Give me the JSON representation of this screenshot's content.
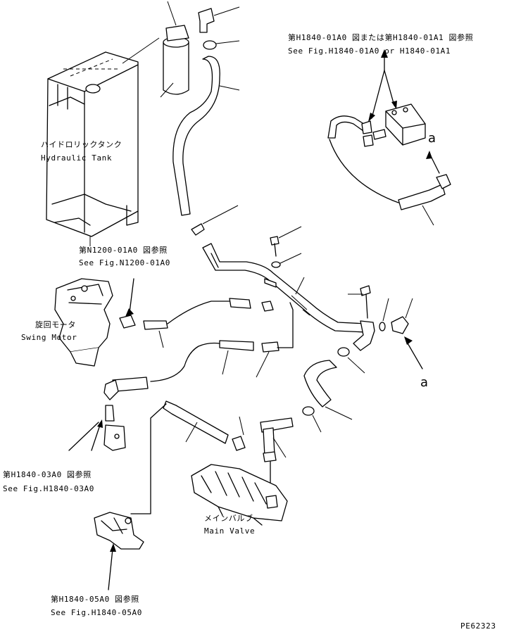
{
  "callouts": {
    "top_right_jp": "第H1840-01A0 図または第H1840-01A1 図参照",
    "top_right_en": "See Fig.H1840-01A0 or H1840-01A1",
    "hydraulic_tank_jp": "ハイドロリックタンク",
    "hydraulic_tank_en": "Hydraulic Tank",
    "n1200_jp": "第N1200-01A0 図参照",
    "n1200_en": "See Fig.N1200-01A0",
    "swing_motor_jp": "旋回モータ",
    "swing_motor_en": "Swing Motor",
    "h1840_03_jp": "第H1840-03A0 図参照",
    "h1840_03_en": "See Fig.H1840-03A0",
    "main_valve_jp": "メインバルブ",
    "main_valve_en": "Main Valve",
    "h1840_05_jp": "第H1840-05A0 図参照",
    "h1840_05_en": "See Fig.H1840-05A0",
    "marker_a_1": "a",
    "marker_a_2": "a",
    "drawing_code": "PE62323"
  }
}
